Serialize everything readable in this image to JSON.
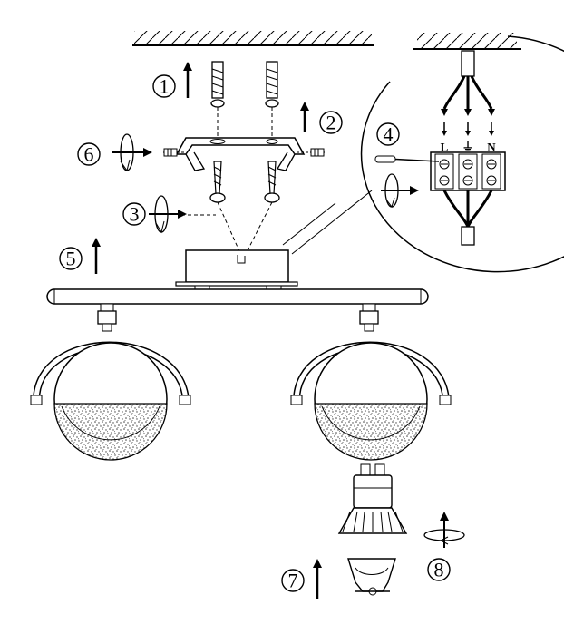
{
  "steps": [
    {
      "number": "1",
      "label": "①"
    },
    {
      "number": "2",
      "label": "②"
    },
    {
      "number": "3",
      "label": "③"
    },
    {
      "number": "4",
      "label": "④"
    },
    {
      "number": "5",
      "label": "⑤"
    },
    {
      "number": "6",
      "label": "⑥"
    },
    {
      "number": "7",
      "label": "⑦"
    },
    {
      "number": "8",
      "label": "⑧"
    }
  ],
  "terminal_block": {
    "live": "L",
    "earth": "⏚",
    "neutral": "N"
  },
  "colors": {
    "line": "#000000",
    "background": "#ffffff",
    "shade_pattern": "#555555",
    "hatch": "#000000"
  }
}
